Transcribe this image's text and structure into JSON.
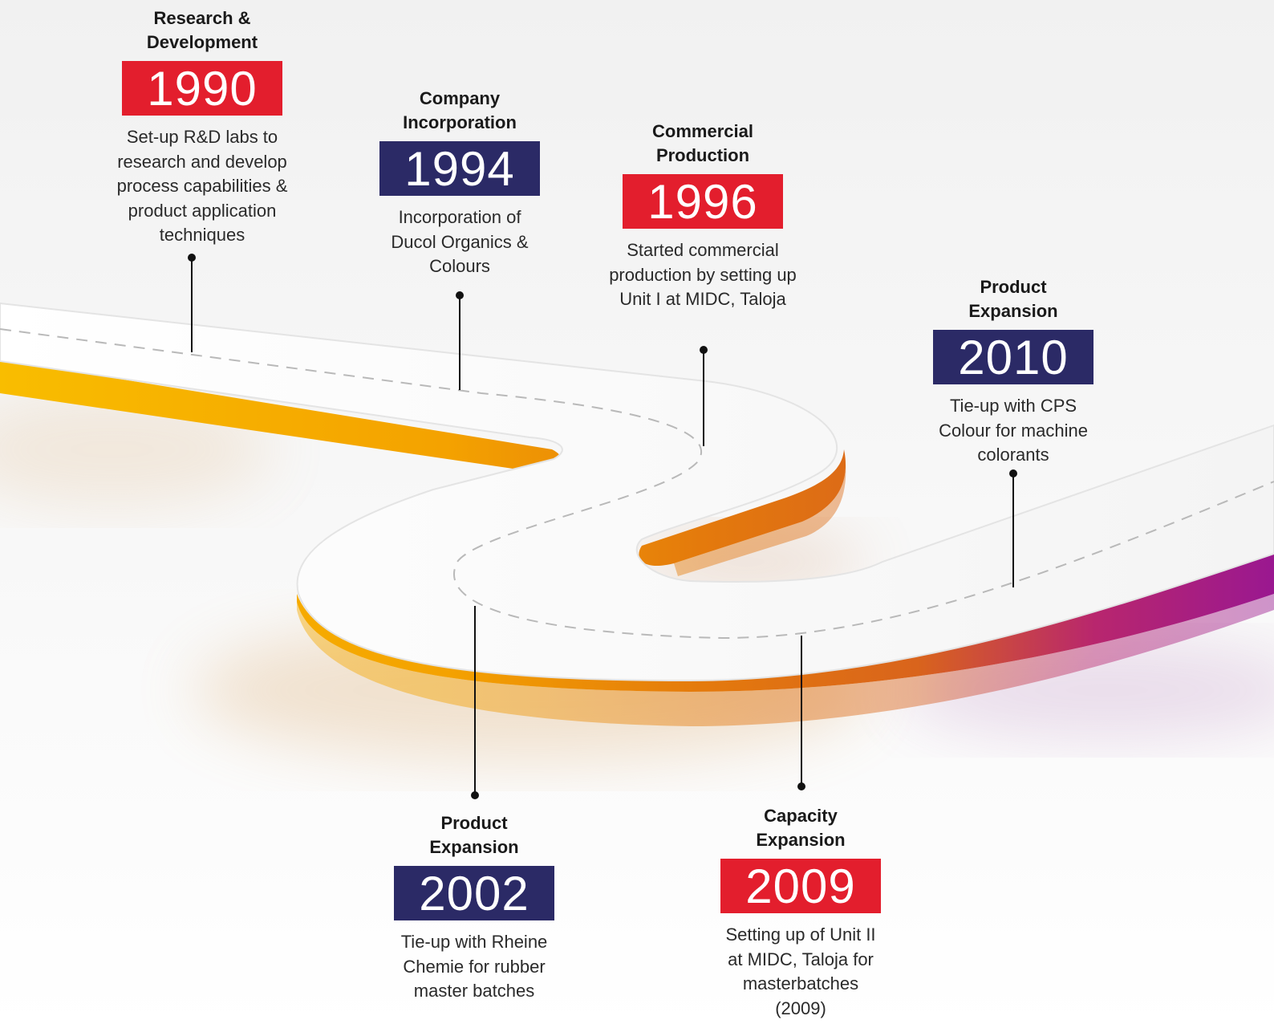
{
  "colors": {
    "red": "#e31e2d",
    "navy": "#2b2a66",
    "road_top": "#ffffff",
    "road_edge_yellow": "#f7b500",
    "road_edge_orange": "#e57a0a",
    "road_edge_purple": "#9a1a8e"
  },
  "milestones": [
    {
      "label": "Research & Development",
      "year": "1990",
      "year_color": "red",
      "description": "Set-up R&D labs to research and develop process capabilities & product application techniques"
    },
    {
      "label": "Company Incorporation",
      "year": "1994",
      "year_color": "navy",
      "description": "Incorporation of Ducol Organics & Colours"
    },
    {
      "label": "Commercial Production",
      "year": "1996",
      "year_color": "red",
      "description": "Started commercial production by setting up Unit I at MIDC, Taloja"
    },
    {
      "label": "Product Expansion",
      "year": "2010",
      "year_color": "navy",
      "description": "Tie-up with CPS Colour for machine colorants"
    },
    {
      "label": "Product Expansion",
      "year": "2002",
      "year_color": "navy",
      "description": "Tie-up with Rheine Chemie for rubber master batches"
    },
    {
      "label": "Capacity Expansion",
      "year": "2009",
      "year_color": "red",
      "description": "Setting up of Unit II at MIDC, Taloja for masterbatches (2009)"
    }
  ]
}
